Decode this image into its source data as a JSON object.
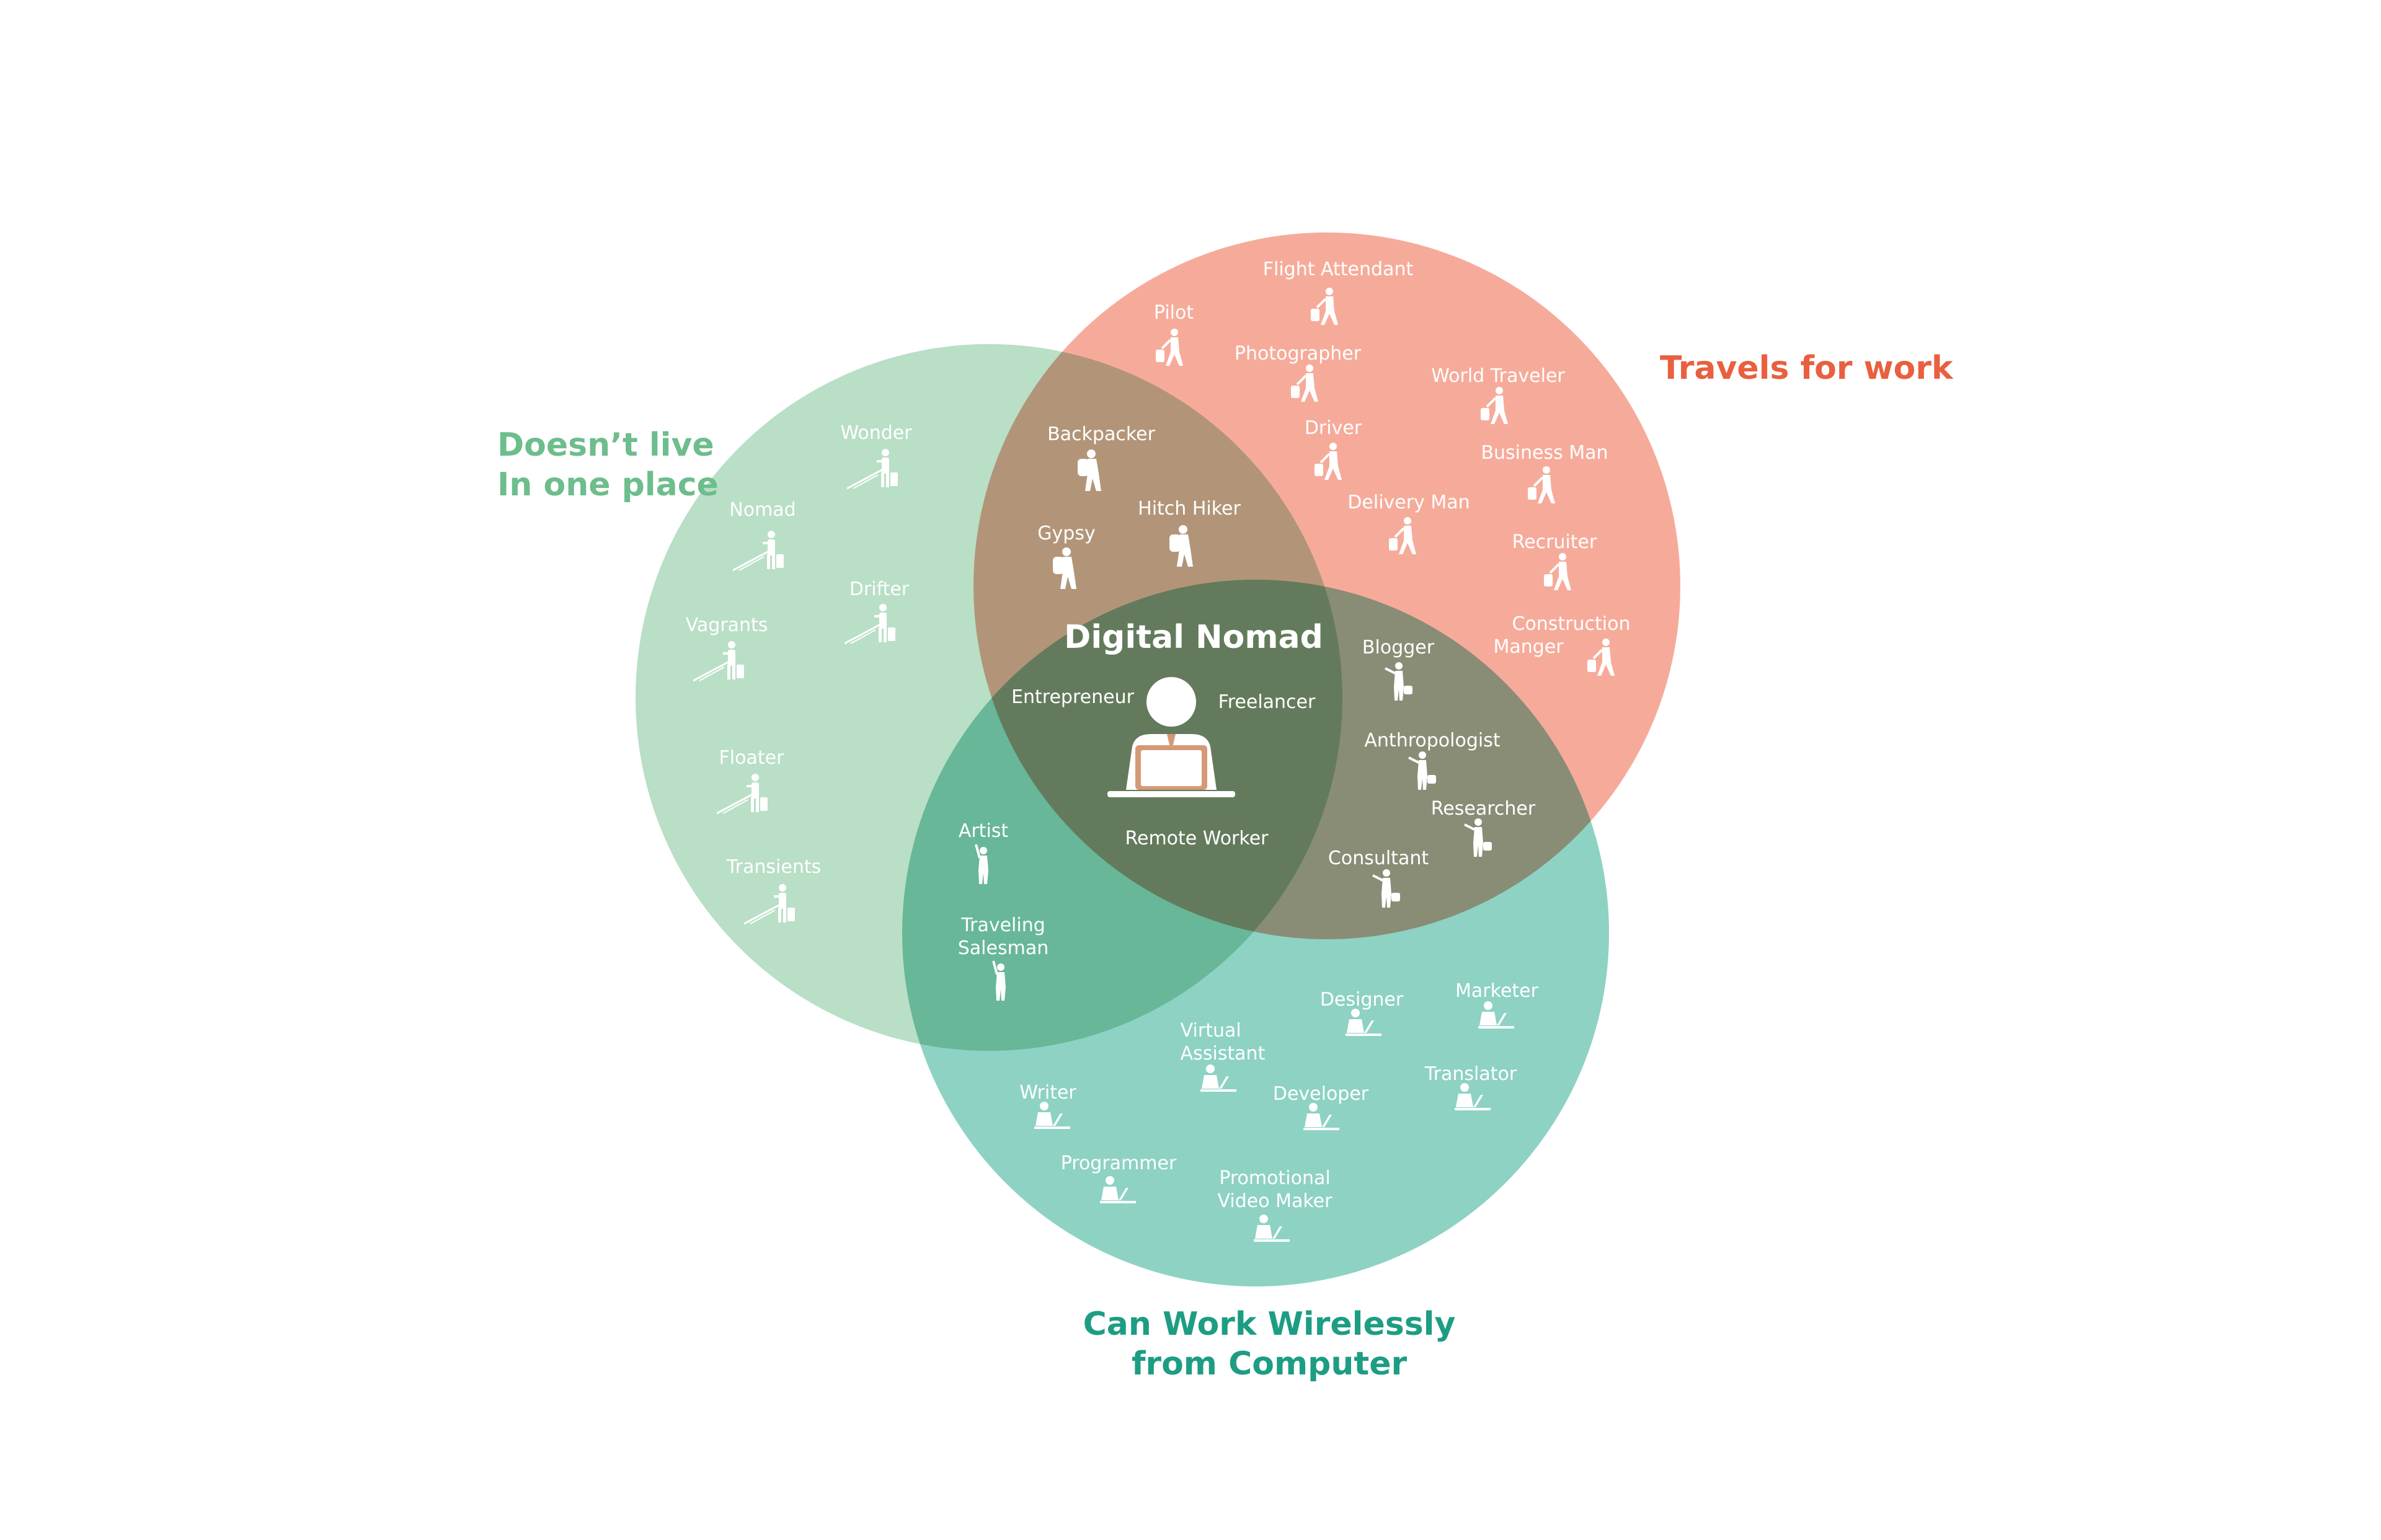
{
  "sets": {
    "left": {
      "title_lines": [
        "Doesn’t live",
        "In one place"
      ],
      "color": "#b8deC4",
      "title_color": "#6dbd8d"
    },
    "right": {
      "title_lines": [
        "Travels for work"
      ],
      "color": "#f6ad9c",
      "title_color": "#e8603f"
    },
    "bottom": {
      "title_lines": [
        "Can Work Wirelessly",
        "from Computer"
      ],
      "color": "#8ed1c3",
      "title_color": "#1d9d83"
    }
  },
  "center": {
    "title": "Digital Nomad",
    "icon": "laptop-worker-icon"
  },
  "roles": {
    "left_only": [
      {
        "lines": [
          "Wonder"
        ],
        "icon": "hitchhiker-suitcase-icon"
      },
      {
        "lines": [
          "Nomad"
        ],
        "icon": "hitchhiker-suitcase-icon"
      },
      {
        "lines": [
          "Drifter"
        ],
        "icon": "hitchhiker-suitcase-icon"
      },
      {
        "lines": [
          "Vagrants"
        ],
        "icon": "hitchhiker-suitcase-icon"
      },
      {
        "lines": [
          "Floater"
        ],
        "icon": "hitchhiker-suitcase-icon"
      },
      {
        "lines": [
          "Transients"
        ],
        "icon": "hitchhiker-suitcase-icon"
      }
    ],
    "right_only": [
      {
        "lines": [
          "Flight Attendant"
        ],
        "icon": "walking-luggage-icon"
      },
      {
        "lines": [
          "Pilot"
        ],
        "icon": "walking-luggage-icon"
      },
      {
        "lines": [
          "Photographer"
        ],
        "icon": "walking-luggage-icon"
      },
      {
        "lines": [
          "World Traveler"
        ],
        "icon": "walking-luggage-icon"
      },
      {
        "lines": [
          "Driver"
        ],
        "icon": "walking-luggage-icon"
      },
      {
        "lines": [
          "Business Man"
        ],
        "icon": "walking-luggage-icon"
      },
      {
        "lines": [
          "Delivery Man"
        ],
        "icon": "walking-luggage-icon"
      },
      {
        "lines": [
          "Recruiter"
        ],
        "icon": "walking-luggage-icon"
      },
      {
        "lines": [
          "Construction",
          "Manger"
        ],
        "icon": "walking-luggage-icon"
      }
    ],
    "left_right": [
      {
        "lines": [
          "Backpacker"
        ],
        "icon": "backpacker-icon"
      },
      {
        "lines": [
          "Hitch Hiker"
        ],
        "icon": "backpacker-icon"
      },
      {
        "lines": [
          "Gypsy"
        ],
        "icon": "backpacker-icon"
      }
    ],
    "right_bottom": [
      {
        "lines": [
          "Blogger"
        ],
        "icon": "person-bag-icon"
      },
      {
        "lines": [
          "Anthropologist"
        ],
        "icon": "person-bag-icon"
      },
      {
        "lines": [
          "Researcher"
        ],
        "icon": "person-bag-icon"
      },
      {
        "lines": [
          "Consultant"
        ],
        "icon": "person-bag-icon"
      }
    ],
    "left_bottom": [
      {
        "lines": [
          "Artist"
        ],
        "icon": "waving-person-icon"
      },
      {
        "lines": [
          "Traveling",
          "Salesman"
        ],
        "icon": "waving-person-icon"
      }
    ],
    "all_three": [
      {
        "lines": [
          "Entrepreneur"
        ]
      },
      {
        "lines": [
          "Freelancer"
        ]
      },
      {
        "lines": [
          "Remote Worker"
        ]
      }
    ],
    "bottom_only": [
      {
        "lines": [
          "Designer"
        ],
        "icon": "desk-laptop-icon"
      },
      {
        "lines": [
          "Marketer"
        ],
        "icon": "desk-laptop-icon"
      },
      {
        "lines": [
          "Virtual",
          "Assistant"
        ],
        "icon": "desk-laptop-icon"
      },
      {
        "lines": [
          "Translator"
        ],
        "icon": "desk-laptop-icon"
      },
      {
        "lines": [
          "Writer"
        ],
        "icon": "desk-laptop-icon"
      },
      {
        "lines": [
          "Developer"
        ],
        "icon": "desk-laptop-icon"
      },
      {
        "lines": [
          "Programmer"
        ],
        "icon": "desk-laptop-icon"
      },
      {
        "lines": [
          "Promotional",
          "Video Maker"
        ],
        "icon": "desk-laptop-icon"
      }
    ]
  }
}
